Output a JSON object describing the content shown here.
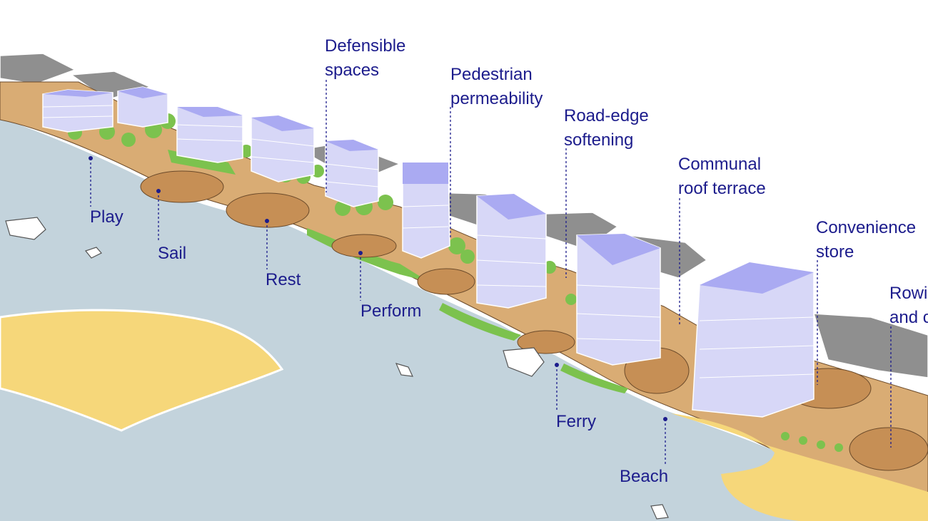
{
  "labels": {
    "defensible": "Defensible\nspaces",
    "pedestrian": "Pedestrian\npermeability",
    "road_edge": "Road-edge\nsoftening",
    "roof_terrace": "Communal\nroof terrace",
    "convenience": "Convenience\nstore",
    "rowing": "Rowi\nand c",
    "play": "Play",
    "sail": "Sail",
    "rest": "Rest",
    "perform": "Perform",
    "ferry": "Ferry",
    "beach": "Beach"
  },
  "colors": {
    "water": "#c3d3dc",
    "sand": "#f6d77a",
    "deck": "#d9ac74",
    "building": "#d7d7f7",
    "building_roof": "#aaaaf2",
    "grey_block": "#8f8f8f",
    "green": "#7cc24e",
    "label": "#1c1c8c"
  }
}
